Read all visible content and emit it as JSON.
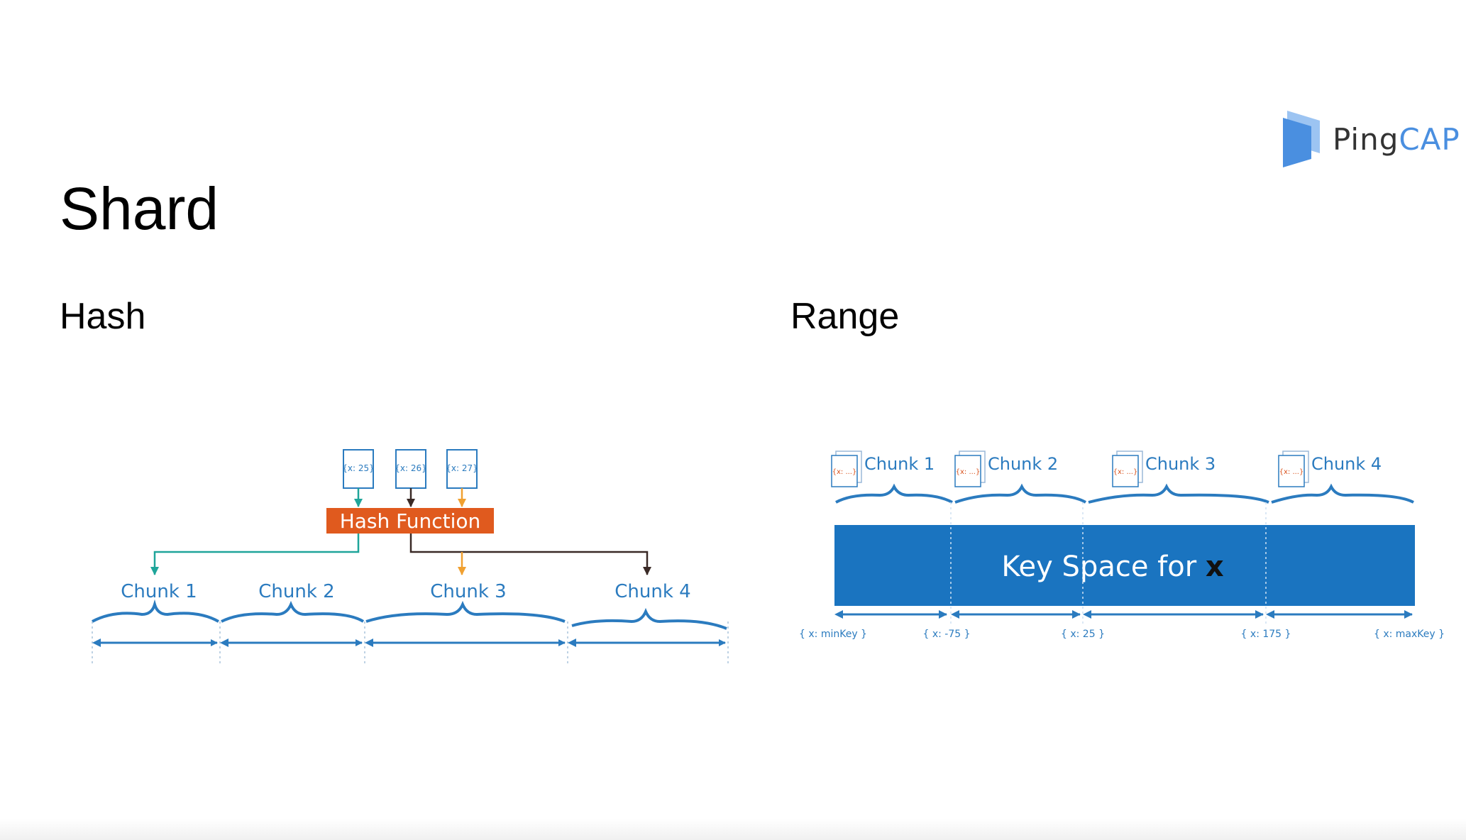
{
  "title": "Shard",
  "logo": {
    "part1": "Ping",
    "part2": "CAP",
    "icon": "pingcap-logo-icon"
  },
  "hash": {
    "title": "Hash",
    "docs": [
      "{x: 25}",
      "{x: 26}",
      "{x: 27}"
    ],
    "function_label": "Hash Function",
    "chunks": [
      "Chunk 1",
      "Chunk 2",
      "Chunk 3",
      "Chunk 4"
    ]
  },
  "range": {
    "title": "Range",
    "chunks": [
      "Chunk 1",
      "Chunk 2",
      "Chunk 3",
      "Chunk 4"
    ],
    "doc_label": "{x: ...}",
    "key_space_label": "Key Space for",
    "key_space_var": "x",
    "boundaries": [
      "{ x: minKey }",
      "{ x: -75 }",
      "{ x: 25 }",
      "{ x: 175 }",
      "{ x: maxKey }"
    ]
  },
  "colors": {
    "blue": "#2b7bbf",
    "keyspace_fill": "#1a74c0",
    "hash_function": "#e05a1e",
    "teal": "#1fa59a",
    "dark": "#3a2a26",
    "orange": "#f0a030",
    "doc_red": "#d9531e"
  }
}
